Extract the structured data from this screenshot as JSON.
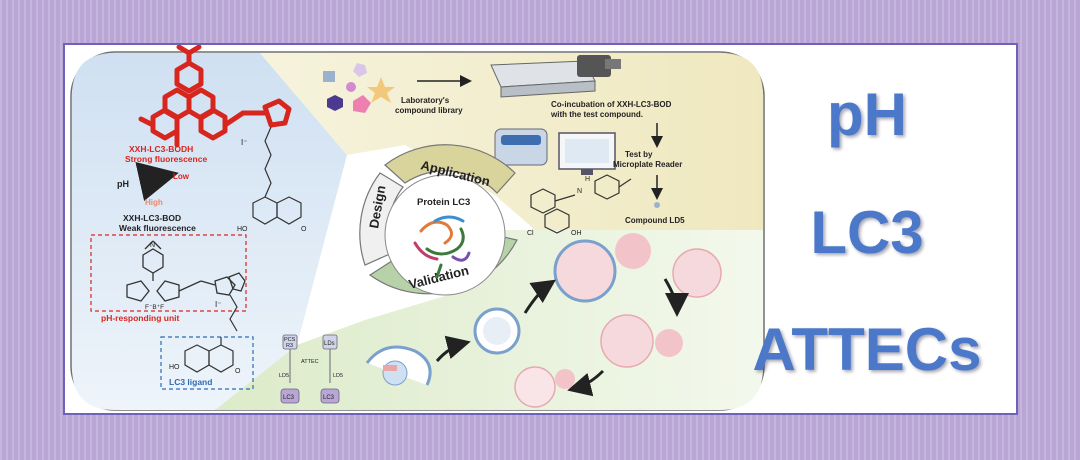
{
  "diagram": {
    "center_label": "Protein LC3",
    "ring_labels": {
      "design": "Design",
      "application": "Application",
      "validation": "Validation"
    },
    "design_panel": {
      "bodh_name": "XXH-LC3-BODH",
      "bodh_desc": "Strong fluorescence",
      "ph_label": "pH",
      "low_label": "Low",
      "high_label": "High",
      "bod_name": "XXH-LC3-BOD",
      "bod_desc": "Weak fluorescence",
      "ph_unit_label": "pH-responding unit",
      "ligand_label": "LC3 ligand",
      "iodide_1": "I⁻",
      "iodide_2": "I⁻",
      "ho_1": "HO",
      "ho_2": "HO",
      "o_1": "O",
      "o_2": "O",
      "n_label": "N",
      "bf2_label": "F⁻B⁺F"
    },
    "application_panel": {
      "library_line1": "Laboratory's",
      "library_line2": "compound library",
      "coinc_line1": "Co-incubation of XXH-LC3-BOD",
      "coinc_line2": "with the test compound.",
      "test_line1": "Test by",
      "test_line2": "Microplate Reader",
      "compound_label": "Compound LD5",
      "cl_label": "Cl",
      "oh_label": "OH",
      "n_label": "N",
      "h_label": "H"
    },
    "validation_panel": {
      "pcs_line1": "PCS",
      "pcs_line2": "R3",
      "lds_label": "LDs",
      "attec_label": "ATTEC",
      "ld5_left": "LD5",
      "ld5_right": "LD5",
      "lc3_left": "LC3",
      "lc3_right": "LC3"
    }
  },
  "side_labels": {
    "line1": "pH",
    "line2": "LC3",
    "line3": "ATTECs"
  },
  "colors": {
    "page_background": "#b9a6d6",
    "frame_border": "#6f63b7",
    "side_text": "#4b78c8",
    "molecule_red": "#d7261e",
    "design_panel": "#dbe8f4",
    "application_panel": "#f3efcf",
    "validation_panel": "#e3efd4"
  }
}
